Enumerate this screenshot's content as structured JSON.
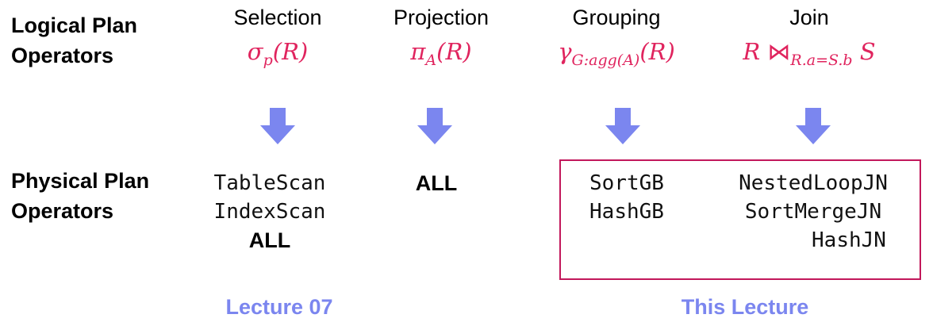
{
  "rows": {
    "logical_line1": "Logical Plan",
    "logical_line2": "Operators",
    "physical_line1": "Physical Plan",
    "physical_line2": "Operators"
  },
  "operators": [
    {
      "name": "Selection",
      "symbol": "σ",
      "sub": "p",
      "arg": "(R)"
    },
    {
      "name": "Projection",
      "symbol": "π",
      "sub": "A",
      "arg": "(R)"
    },
    {
      "name": "Grouping",
      "symbol": "γ",
      "sub": "G:agg(A)",
      "arg": "(R)"
    },
    {
      "name": "Join",
      "left": "R",
      "symbol": "⋈",
      "sub": "R.a=S.b",
      "right": "S"
    }
  ],
  "physical": {
    "selection": [
      "TableScan",
      "IndexScan",
      "ALL"
    ],
    "projection": [
      "ALL"
    ],
    "grouping": [
      "SortGB",
      "HashGB"
    ],
    "join": [
      "NestedLoopJN",
      "SortMergeJN",
      "HashJN"
    ]
  },
  "lectures": {
    "left": "Lecture 07",
    "right": "This Lecture"
  },
  "colors": {
    "math": "#e0245e",
    "arrow": "#7b86ef",
    "box": "#c2185b",
    "lecture": "#7b86ef"
  }
}
